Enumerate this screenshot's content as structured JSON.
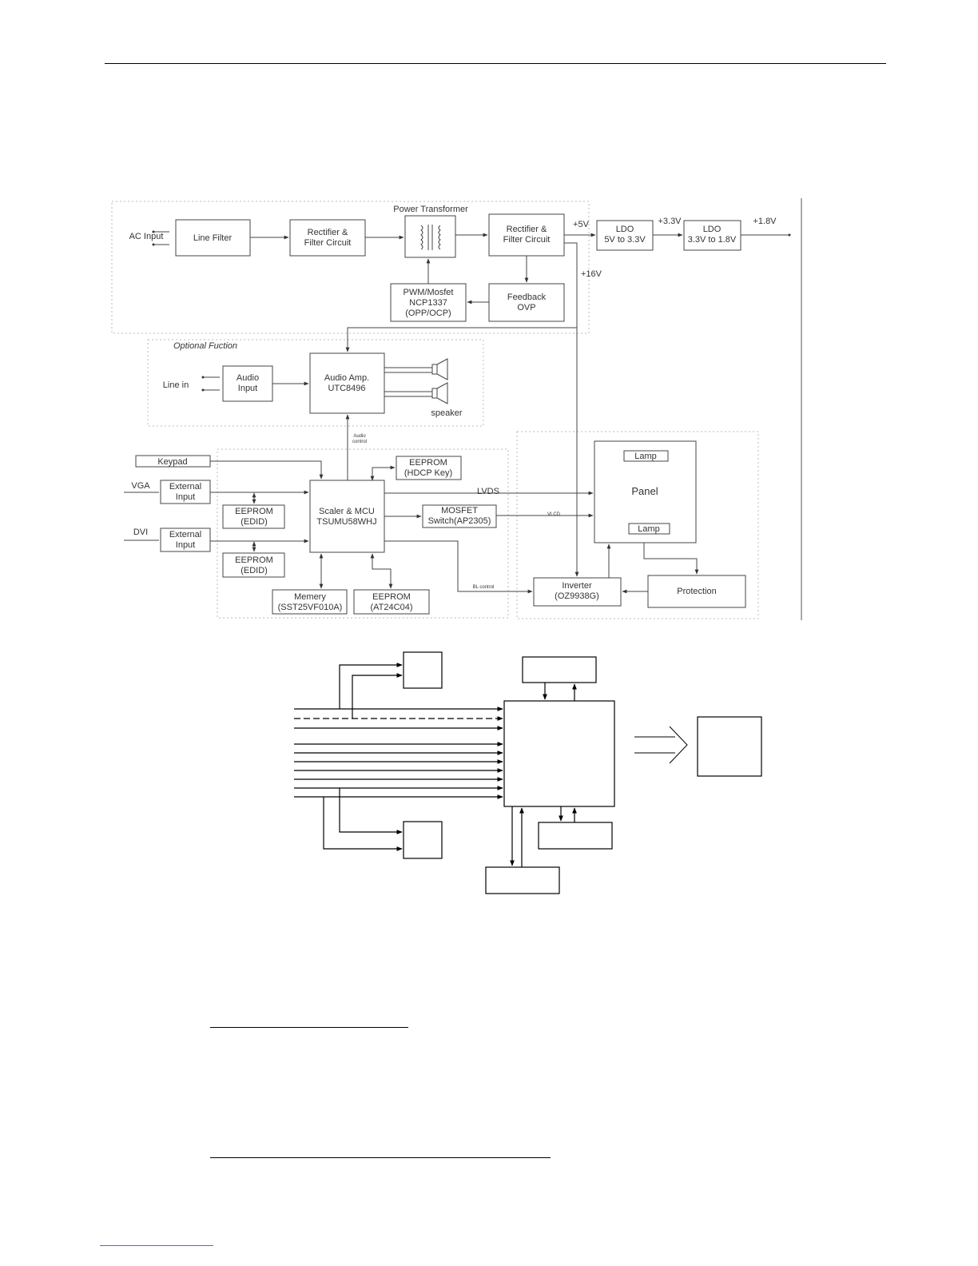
{
  "block_diagram": {
    "labels": {
      "ac_input": "AC Input",
      "line_filter": "Line Filter",
      "rectifier1": [
        "Rectifier &",
        "Filter Circuit"
      ],
      "power_transformer": "Power Transformer",
      "rectifier2": [
        "Rectifier &",
        "Filter Circuit"
      ],
      "v5": "+5V",
      "ldo1": [
        "LDO",
        "5V to 3.3V"
      ],
      "v33": "+3.3V",
      "ldo2": [
        "LDO",
        "3.3V to 1.8V"
      ],
      "v18": "+1.8V",
      "v16": "+16V",
      "pwm": [
        "PWM/Mosfet",
        "NCP1337",
        "(OPP/OCP)"
      ],
      "feedback": [
        "Feedback",
        "OVP"
      ],
      "optional": "Optional Fuction",
      "line_in": "Line in",
      "audio_input": [
        "Audio",
        "Input"
      ],
      "audio_amp": [
        "Audio Amp.",
        "UTC8496"
      ],
      "speaker": "speaker",
      "audio_control": [
        "Audio",
        "control"
      ],
      "keypad": "Keypad",
      "eeprom_hdcp": [
        "EEPROM",
        "(HDCP Key)"
      ],
      "vga": "VGA",
      "external_input1": [
        "External",
        "Input"
      ],
      "lvds": "LVDS",
      "eeprom_edid1": [
        "EEPROM",
        "(EDID)"
      ],
      "scaler": [
        "Scaler & MCU",
        "TSUMU58WHJ"
      ],
      "mosfet": [
        "MOSFET",
        "Switch(AP2305)"
      ],
      "vlcd": "VLCD",
      "dvi": "DVI",
      "external_input2": [
        "External",
        "Input"
      ],
      "eeprom_edid2": [
        "EEPROM",
        "(EDID)"
      ],
      "bl_control": "BL control",
      "memory": [
        "Memery",
        "(SST25VF010A)"
      ],
      "eeprom_at24": [
        "EEPROM",
        "(AT24C04)"
      ],
      "lamp_top": "Lamp",
      "panel": "Panel",
      "lamp_bottom": "Lamp",
      "inverter": [
        "Inverter",
        "(OZ9938G)"
      ],
      "protection": "Protection"
    }
  }
}
